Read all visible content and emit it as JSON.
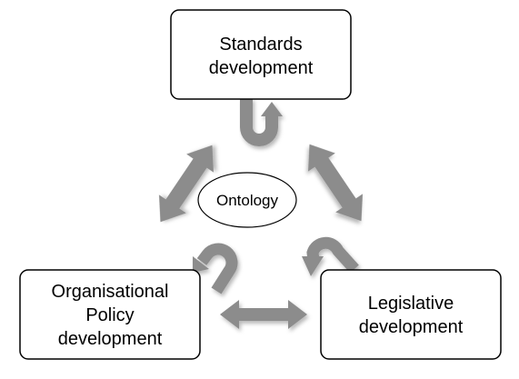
{
  "nodes": {
    "standards": {
      "line1": "Standards",
      "line2": "development"
    },
    "policy": {
      "line1": "Organisational",
      "line2": "Policy",
      "line3": "development"
    },
    "legislative": {
      "line1": "Legislative",
      "line2": "development"
    },
    "ontology": {
      "label": "Ontology"
    }
  },
  "colors": {
    "arrow": "#8c8c8c",
    "box_border": "#000000",
    "box_fill": "#ffffff"
  }
}
